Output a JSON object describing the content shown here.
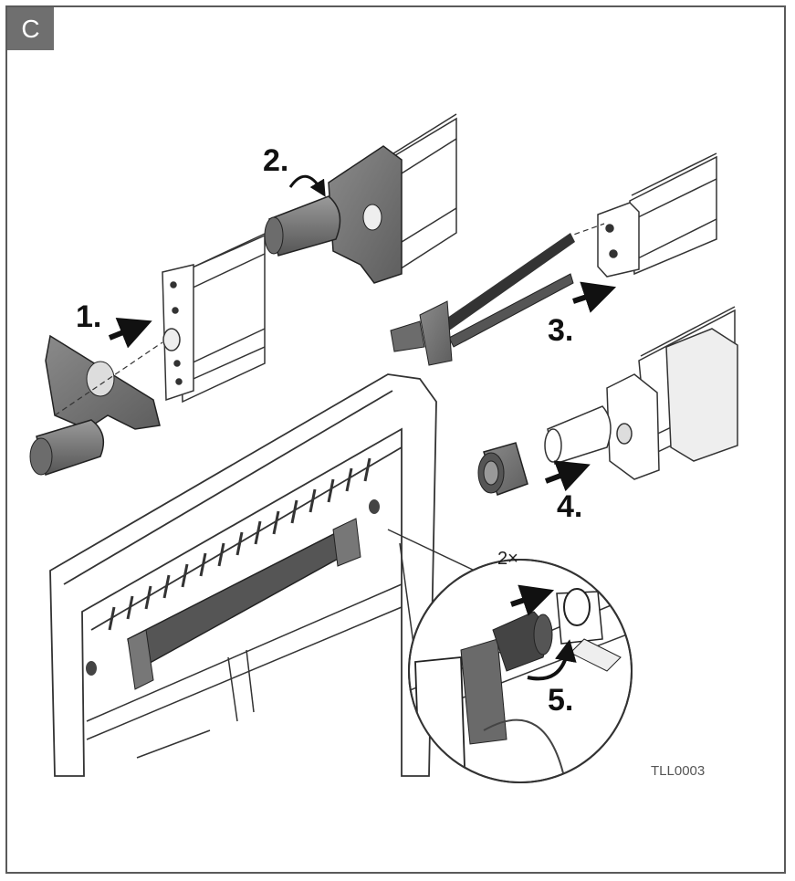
{
  "badge": "C",
  "steps": [
    "1.",
    "2.",
    "3.",
    "4.",
    "5."
  ],
  "multiplier": "2×",
  "figure_code": "TLL0003"
}
